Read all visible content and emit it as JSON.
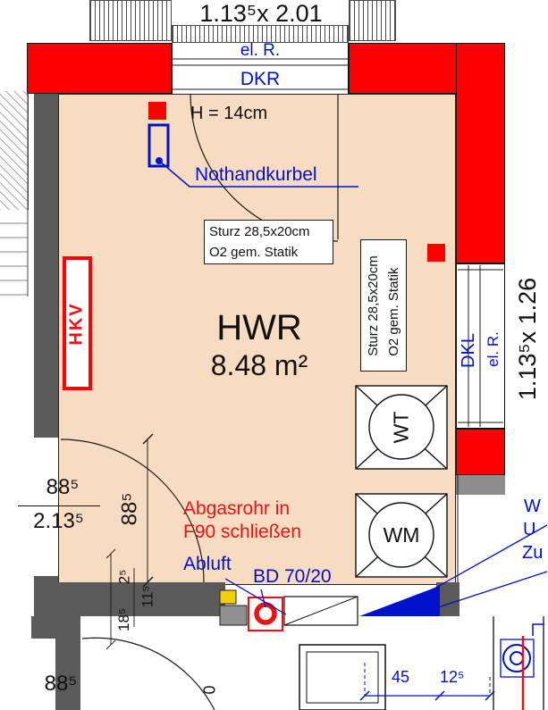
{
  "drawing": {
    "dims": {
      "top": "1.13⁵x 2.01",
      "right": "1.13⁵x 1.26",
      "left_over": "88⁵",
      "left_under": "2.13⁵",
      "door_width": "88⁵",
      "bottom_left": "88⁵",
      "chain_a": "2⁵",
      "chain_b": "18⁵",
      "chain_c": "11⁵",
      "chain_d": "0",
      "blue_a": "45",
      "blue_b": "12⁵"
    },
    "doors": {
      "dkr": "DKR",
      "dkr_el_r": "el. R.",
      "dkr_height": "H = 14cm",
      "dkl": "DKL",
      "dkl_el_r": "el. R."
    },
    "room": {
      "name": "HWR",
      "area": "8.48 m²"
    },
    "labels": {
      "nothandkurbel": "Nothandkurbel",
      "sturz1_l1": "Sturz 28,5x20cm",
      "sturz1_l2": "O2 gem. Statik",
      "sturz2_l1": "Sturz 28,5x20cm",
      "sturz2_l2": "O2 gem. Statik",
      "hkv": "HKV",
      "abgas_l1": "Abgasrohr in",
      "abgas_l2": "F90 schließen",
      "abluft": "Abluft",
      "bd": "BD 70/20",
      "wt": "WT",
      "wm": "WM",
      "cut_1": "W",
      "cut_2": "U",
      "cut_3": "Zu"
    },
    "colors": {
      "floor": "#f8dcc1",
      "wall_red": "#ff0000",
      "wall_gray": "#5a5a5a",
      "annotation_blue": "#0011cc",
      "alert_red": "#ee1111"
    }
  }
}
